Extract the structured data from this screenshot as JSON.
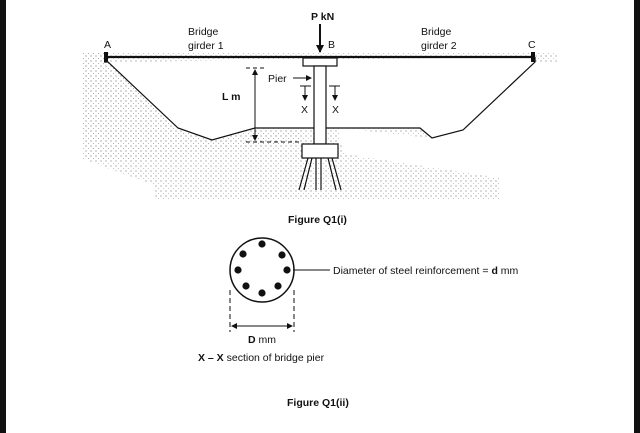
{
  "figure1": {
    "load_label": "P kN",
    "girder1_line1": "Bridge",
    "girder1_line2": "girder 1",
    "girder2_line1": "Bridge",
    "girder2_line2": "girder 2",
    "support_a": "A",
    "support_b": "B",
    "support_c": "C",
    "pier_label": "Pier",
    "height_label": "L m",
    "section_left": "X",
    "section_right": "X",
    "caption": "Figure Q1(i)"
  },
  "figure2": {
    "reinforcement_prefix": "Diameter of steel reinforcement = ",
    "reinforcement_symbol": "d",
    "reinforcement_unit": " mm",
    "dimension_symbol": "D",
    "dimension_unit": " mm",
    "section_title_bold": "X – X",
    "section_title_rest": " section of bridge pier",
    "caption": "Figure Q1(ii)"
  }
}
